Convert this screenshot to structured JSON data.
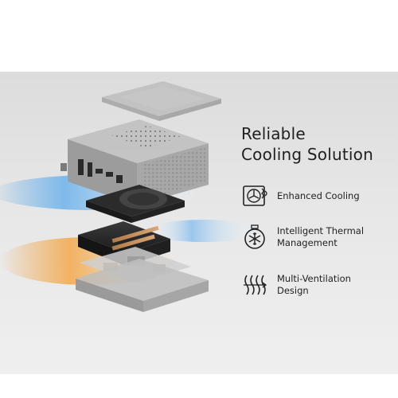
{
  "headline": {
    "line1": "Reliable",
    "line2": "Cooling Solution"
  },
  "features": [
    {
      "icon": "fan-cooling-icon",
      "lines": [
        "Enhanced Cooling"
      ]
    },
    {
      "icon": "thermal-snowflake-icon",
      "lines": [
        "Intelligent Thermal",
        "Management"
      ]
    },
    {
      "icon": "ventilation-icon",
      "lines": [
        "Multi-Ventilation",
        "Design"
      ]
    }
  ],
  "colors": {
    "background": "#e4e4e4",
    "cool_airflow": "#5aa6e6",
    "warm_airflow": "#f0a040",
    "text": "#1f1f1f"
  }
}
